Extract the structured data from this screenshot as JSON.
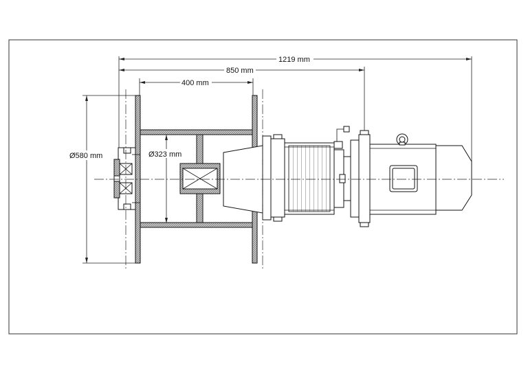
{
  "dimensions": {
    "overall_length": "1219 mm",
    "drive_length": "850 mm",
    "drum_width": "400 mm",
    "flange_diameter": "Ø580 mm",
    "drum_diameter": "Ø323 mm"
  },
  "colors": {
    "line": "#111111",
    "frame": "#333333",
    "background": "#ffffff"
  }
}
